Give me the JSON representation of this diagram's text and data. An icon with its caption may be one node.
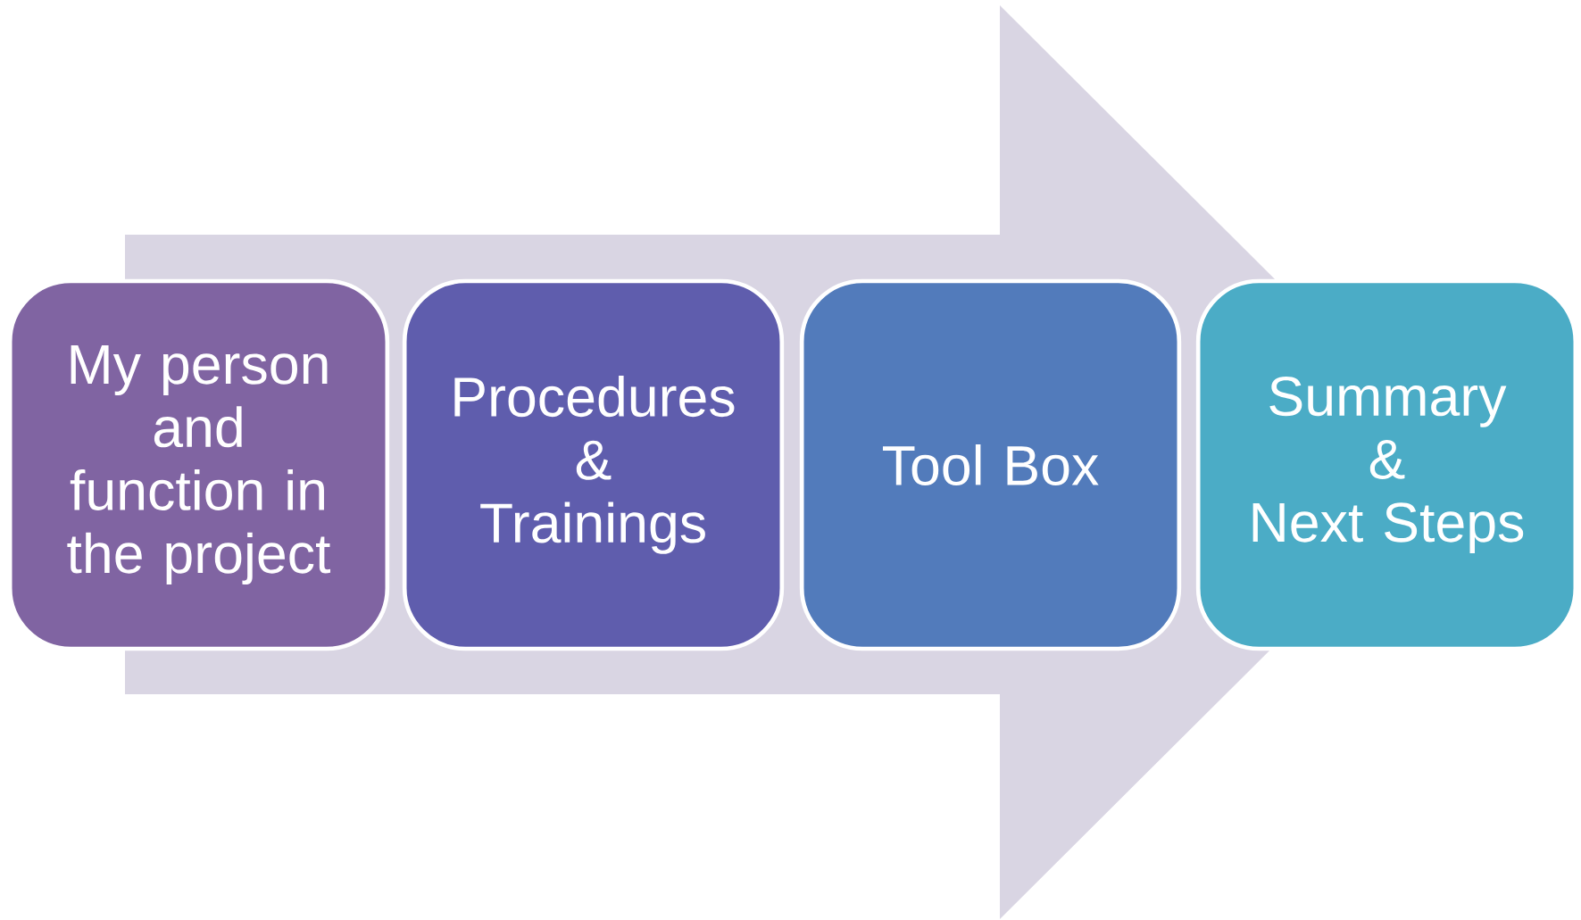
{
  "diagram": {
    "nodes": [
      {
        "text": [
          "My person and function in the project"
        ]
      },
      {
        "text": [
          "Procedures",
          "&",
          "Trainings"
        ]
      },
      {
        "text": [
          "Tool Box"
        ]
      },
      {
        "text": [
          "Summary",
          "&",
          "Next Steps"
        ]
      }
    ],
    "edges": [
      {
        "from": 0,
        "to": 3,
        "arrow": "to"
      }
    ]
  }
}
